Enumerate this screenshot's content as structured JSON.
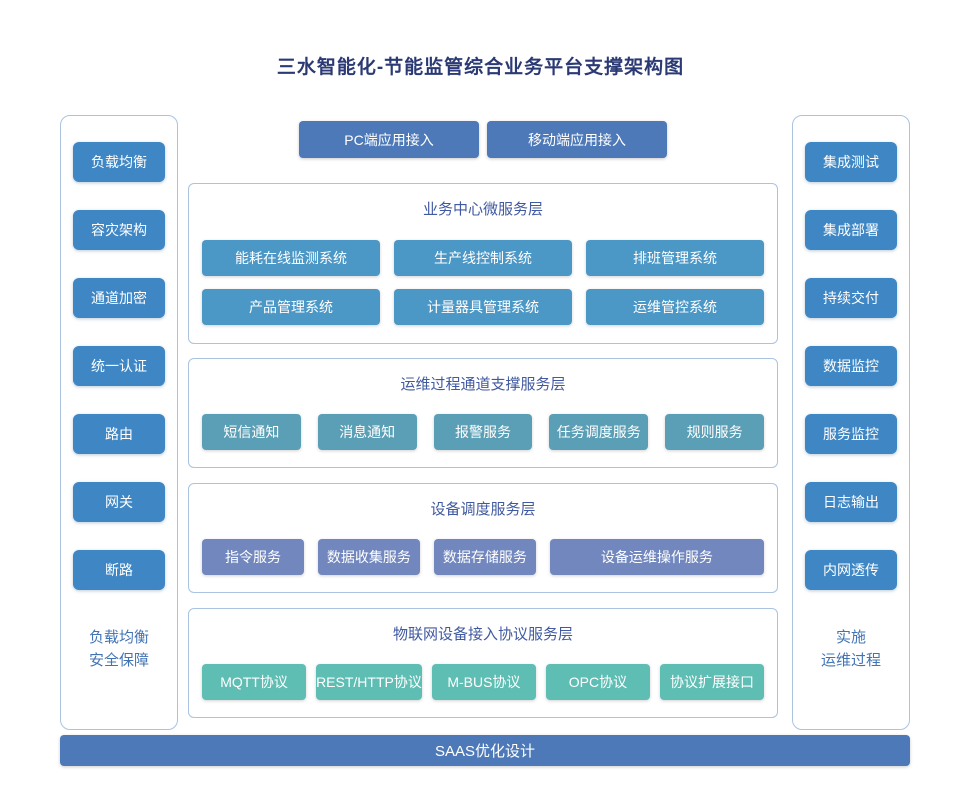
{
  "title": "三水智能化-节能监管综合业务平台支撑架构图",
  "colors": {
    "title_text": "#2b3a74",
    "section_header_text": "#4059a0",
    "side_label_text": "#4274b4",
    "panel_border": "#a9c3e0",
    "side_button": "#3e86c4",
    "primary_bar": "#4d79b8",
    "business_button": "#4b97c6",
    "channel_button": "#5b9fb6",
    "device_button": "#7287be",
    "protocol_button": "#5fbeb4"
  },
  "left_panel": {
    "items": [
      "负载均衡",
      "容灾架构",
      "通道加密",
      "统一认证",
      "路由",
      "网关",
      "断路"
    ],
    "label_lines": [
      "负载均衡",
      "安全保障"
    ]
  },
  "right_panel": {
    "items": [
      "集成测试",
      "集成部署",
      "持续交付",
      "数据监控",
      "服务监控",
      "日志输出",
      "内网透传"
    ],
    "label_lines": [
      "实施",
      "运维过程"
    ]
  },
  "top_buttons": [
    "PC端应用接入",
    "移动端应用接入"
  ],
  "sections": [
    {
      "header": "业务中心微服务层",
      "rows": [
        [
          "能耗在线监测系统",
          "生产线控制系统",
          "排班管理系统"
        ],
        [
          "产品管理系统",
          "计量器具管理系统",
          "运维管控系统"
        ]
      ]
    },
    {
      "header": "运维过程通道支撑服务层",
      "rows": [
        [
          "短信通知",
          "消息通知",
          "报警服务",
          "任务调度服务",
          "规则服务"
        ]
      ]
    },
    {
      "header": "设备调度服务层",
      "rows": [
        [
          "指令服务",
          "数据收集服务",
          "数据存储服务",
          "设备运维操作服务"
        ]
      ]
    },
    {
      "header": "物联网设备接入协议服务层",
      "rows": [
        [
          "MQTT协议",
          "REST/HTTP协议",
          "M-BUS协议",
          "OPC协议",
          "协议扩展接口"
        ]
      ]
    }
  ],
  "bottom_bar": "SAAS优化设计"
}
